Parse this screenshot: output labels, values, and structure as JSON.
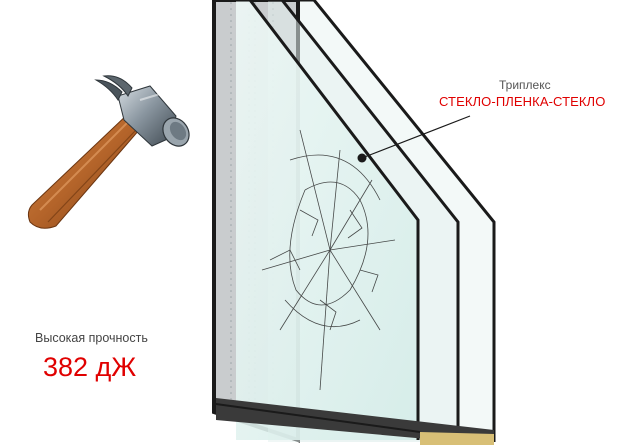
{
  "callout": {
    "title": "Триплекс",
    "subtitle": "СТЕКЛО-ПЛЕНКА-СТЕКЛО"
  },
  "strength": {
    "title": "Высокая прочность",
    "value": "382 дЖ"
  },
  "colors": {
    "accent": "#e00000",
    "frame": "#1a1a1a",
    "glass_tint": "#dff2ef",
    "spacer": "#d8bf76"
  },
  "icons": [
    "hammer-icon",
    "window-glass-unit",
    "crack-pattern"
  ]
}
